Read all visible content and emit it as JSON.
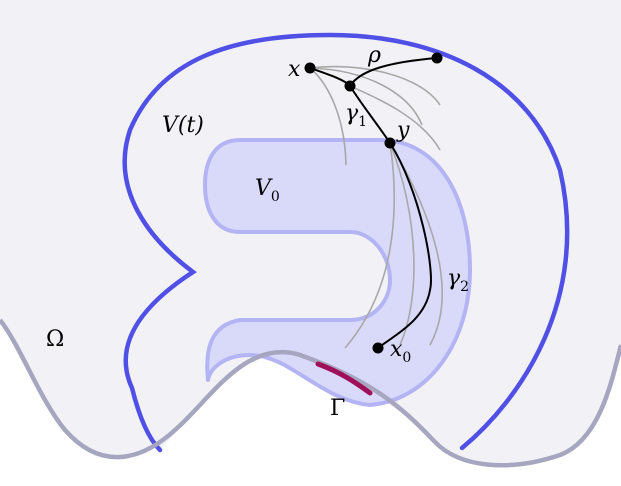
{
  "labels": {
    "omega": "Ω",
    "gamma_boundary": "Γ",
    "v_t": "V(t)",
    "v0": {
      "base": "V",
      "sub": "0"
    },
    "x": "x",
    "y": "y",
    "x0": {
      "base": "x",
      "sub": "0"
    },
    "rho": "ρ",
    "gamma1": {
      "base": "γ",
      "sub": "1"
    },
    "gamma2": {
      "base": "γ",
      "sub": "2"
    }
  },
  "colors": {
    "domain_fill": "#f2f2f6",
    "boundary": "#a6a6c0",
    "gamma_highlight": "#a0105a",
    "vt_curve": "#5050e6",
    "v0_fill": "#d9d9fa",
    "v0_stroke": "#b4b4f4",
    "gray_curves": "#a8a8a8",
    "paths": "#000000"
  }
}
